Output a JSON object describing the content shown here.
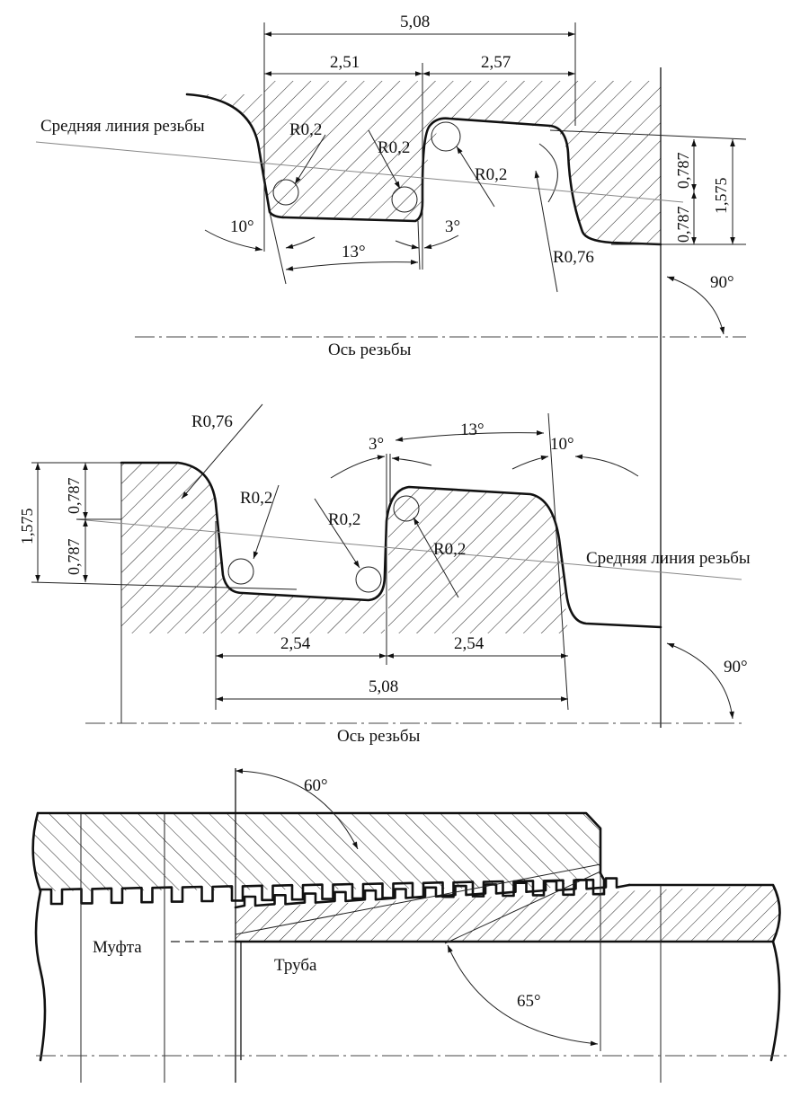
{
  "top_profile": {
    "dims": {
      "total": "5,08",
      "left": "2,51",
      "right": "2,57",
      "upper_half": "0,787",
      "lower_half": "0,787",
      "height": "1,575"
    },
    "angles": {
      "left_flank": "10°",
      "gap": "13°",
      "right_flank": "3°",
      "axis": "90°"
    },
    "radii": {
      "r1": "R0,2",
      "r2": "R0,2",
      "r3": "R0,2",
      "r_large": "R0,76"
    },
    "mid_line_label": "Средняя линия резьбы",
    "axis_label": "Ось резьбы"
  },
  "bottom_profile": {
    "dims": {
      "total": "5,08",
      "left": "2,54",
      "right": "2,54",
      "upper_half": "0,787",
      "lower_half": "0,787",
      "height": "1,575"
    },
    "angles": {
      "left_flank": "3°",
      "gap": "13°",
      "right_flank": "10°",
      "axis": "90°"
    },
    "radii": {
      "r_large": "R0,76",
      "r1": "R0,2",
      "r2": "R0,2",
      "r3": "R0,2"
    },
    "mid_line_label": "Средняя линия резьбы",
    "axis_label": "Ось резьбы"
  },
  "assembly": {
    "coupling_label": "Муфта",
    "pipe_label": "Труба",
    "angle_top": "60°",
    "angle_bottom": "65°"
  }
}
